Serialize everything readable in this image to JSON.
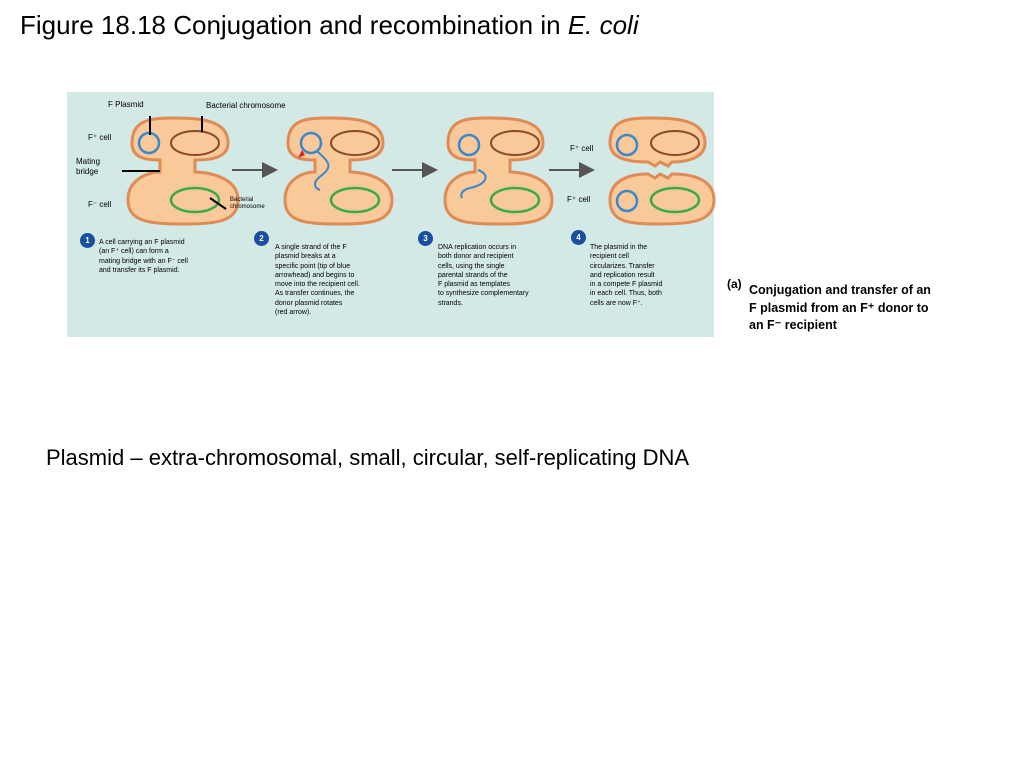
{
  "title": {
    "main": "Figure 18.18 Conjugation and recombination in ",
    "italic": "E. coli"
  },
  "diagram": {
    "labels": {
      "f_plasmid": "F Plasmid",
      "bacterial_chromosome": "Bacterial chromosome",
      "f_plus_cell": "F⁺ cell",
      "mating_bridge": "Mating\nbridge",
      "f_minus_cell": "F⁻  cell",
      "bacterial_chromosome_small": "Bacterial\nchromosome",
      "f_plus_cell_top": "F⁺ cell",
      "f_plus_cell_bottom": "F⁺ cell"
    },
    "steps": [
      {
        "number": "1",
        "text": "A cell carrying an F plasmid\n(an F⁺ cell) can form a\nmating bridge with an F⁻ cell\nand transfer its F plasmid."
      },
      {
        "number": "2",
        "text": "A single strand of the F\nplasmid breaks at a\nspecific point (tip of blue\narrowhead) and begins to\nmove into the recipient cell.\nAs transfer continues, the\ndonor plasmid rotates\n(red arrow)."
      },
      {
        "number": "3",
        "text": "DNA replication occurs in\nboth donor and recipient\ncells, using the single\nparental strands of the\nF plasmid as templates\nto synthesize complementary\nstrands."
      },
      {
        "number": "4",
        "text": "The plasmid in the\nrecipient cell\ncircularizes. Transfer\nand replication  result\nin a compete F  plasmid\nin each cell. Thus, both\ncells are now F⁺."
      }
    ],
    "colors": {
      "background": "#d2e9e6",
      "cell_fill": "#f9c99a",
      "cell_border": "#e08a55",
      "plasmid": "#3a88cc",
      "chromosome_top": "#8a4a2a",
      "chromosome_bottom": "#3aaa4a",
      "step_badge": "#1a4fa0"
    }
  },
  "caption": {
    "tag": "(a)",
    "text": "Conjugation and transfer of an\nF plasmid from an F⁺ donor to\nan F⁻  recipient"
  },
  "definition": "Plasmid – extra-chromosomal, small, circular, self-replicating DNA"
}
